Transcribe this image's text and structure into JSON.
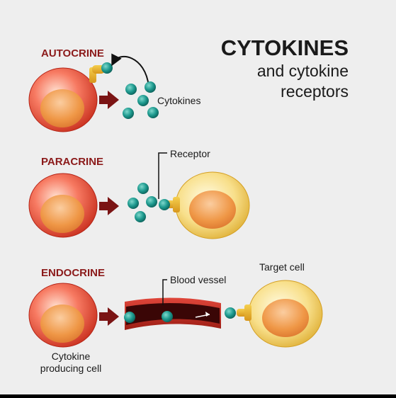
{
  "title": "CYTOKINES",
  "subtitle_lines": [
    "and cytokine",
    "receptors"
  ],
  "sections": {
    "autocrine": {
      "label": "AUTOCRINE",
      "cytokines_label": "Cytokines"
    },
    "paracrine": {
      "label": "PARACRINE",
      "receptor_label": "Receptor"
    },
    "endocrine": {
      "label": "ENDOCRINE",
      "vessel_label": "Blood vessel",
      "target_label": "Target cell"
    }
  },
  "producing_cell_lines": [
    "Cytokine",
    "producing cell"
  ],
  "colors": {
    "background": "#eeeeee",
    "section_label": "#8b1a1a",
    "producing_cell": "#e0412e",
    "target_cell": "#f2c23a",
    "nucleus": "#e88a3c",
    "cytokine": "#1a8a80",
    "receptor": "#e2ab22",
    "arrow": "#7b1414",
    "vessel_wall": "#c4281c",
    "vessel_lumen": "#3a0606"
  }
}
